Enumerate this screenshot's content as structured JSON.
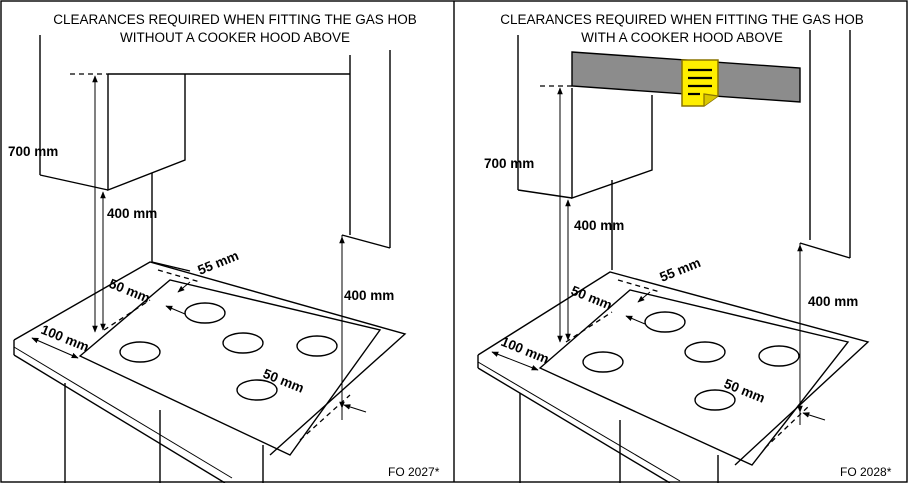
{
  "left_panel": {
    "title_line1": "CLEARANCES REQUIRED WHEN FITTING THE GAS HOB",
    "title_line2": "WITHOUT A COOKER HOOD ABOVE",
    "dims": {
      "d700": "700 mm",
      "d400a": "400 mm",
      "d55": "55 mm",
      "d50a": "50 mm",
      "d100": "100 mm",
      "d400b": "400 mm",
      "d50b": "50 mm"
    },
    "code": "FO 2027*"
  },
  "right_panel": {
    "title_line1": "CLEARANCES REQUIRED WHEN FITTING THE GAS HOB",
    "title_line2": "WITH A COOKER HOOD ABOVE",
    "dims": {
      "d700": "700 mm",
      "d400a": "400 mm",
      "d55": "55 mm",
      "d50a": "50 mm",
      "d100": "100 mm",
      "d400b": "400 mm",
      "d50b": "50 mm"
    },
    "code": "FO 2028*"
  },
  "colors": {
    "hood": "#8c8c8c",
    "note_fill": "#ffee00",
    "note_stroke": "#8a7400"
  },
  "icons": [
    "note-icon"
  ]
}
